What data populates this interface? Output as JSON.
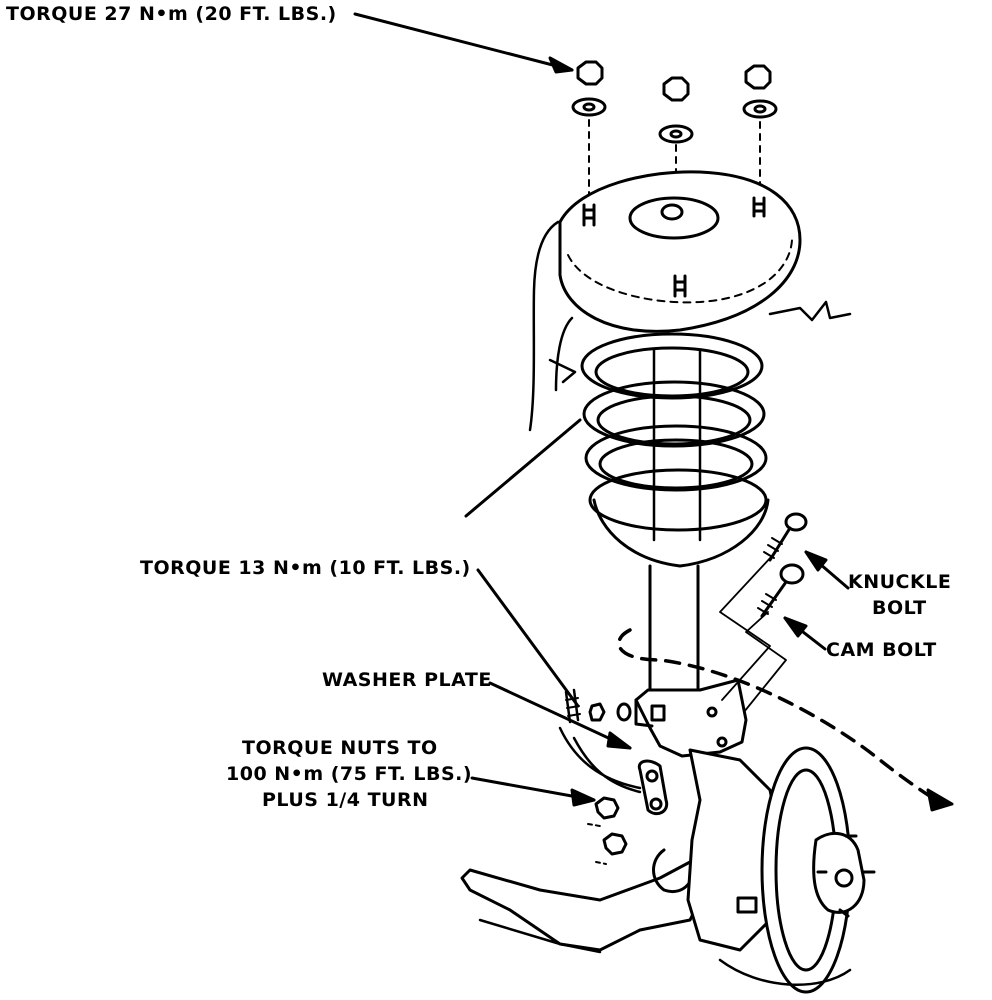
{
  "labels": {
    "torque_top": "TORQUE 27 N•m (20 FT. LBS.)",
    "torque_mid": "TORQUE 13 N•m (10 FT. LBS.)",
    "washer_plate": "WASHER PLATE",
    "torque_nuts_line1": "TORQUE NUTS TO",
    "torque_nuts_line2": "100 N•m (75 FT. LBS.)",
    "torque_nuts_line3": "PLUS 1/4 TURN",
    "knuckle_bolt_line1": "KNUCKLE",
    "knuckle_bolt_line2": "BOLT",
    "cam_bolt": "CAM BOLT"
  },
  "colors": {
    "ink": "#000000",
    "paper": "#ffffff"
  }
}
